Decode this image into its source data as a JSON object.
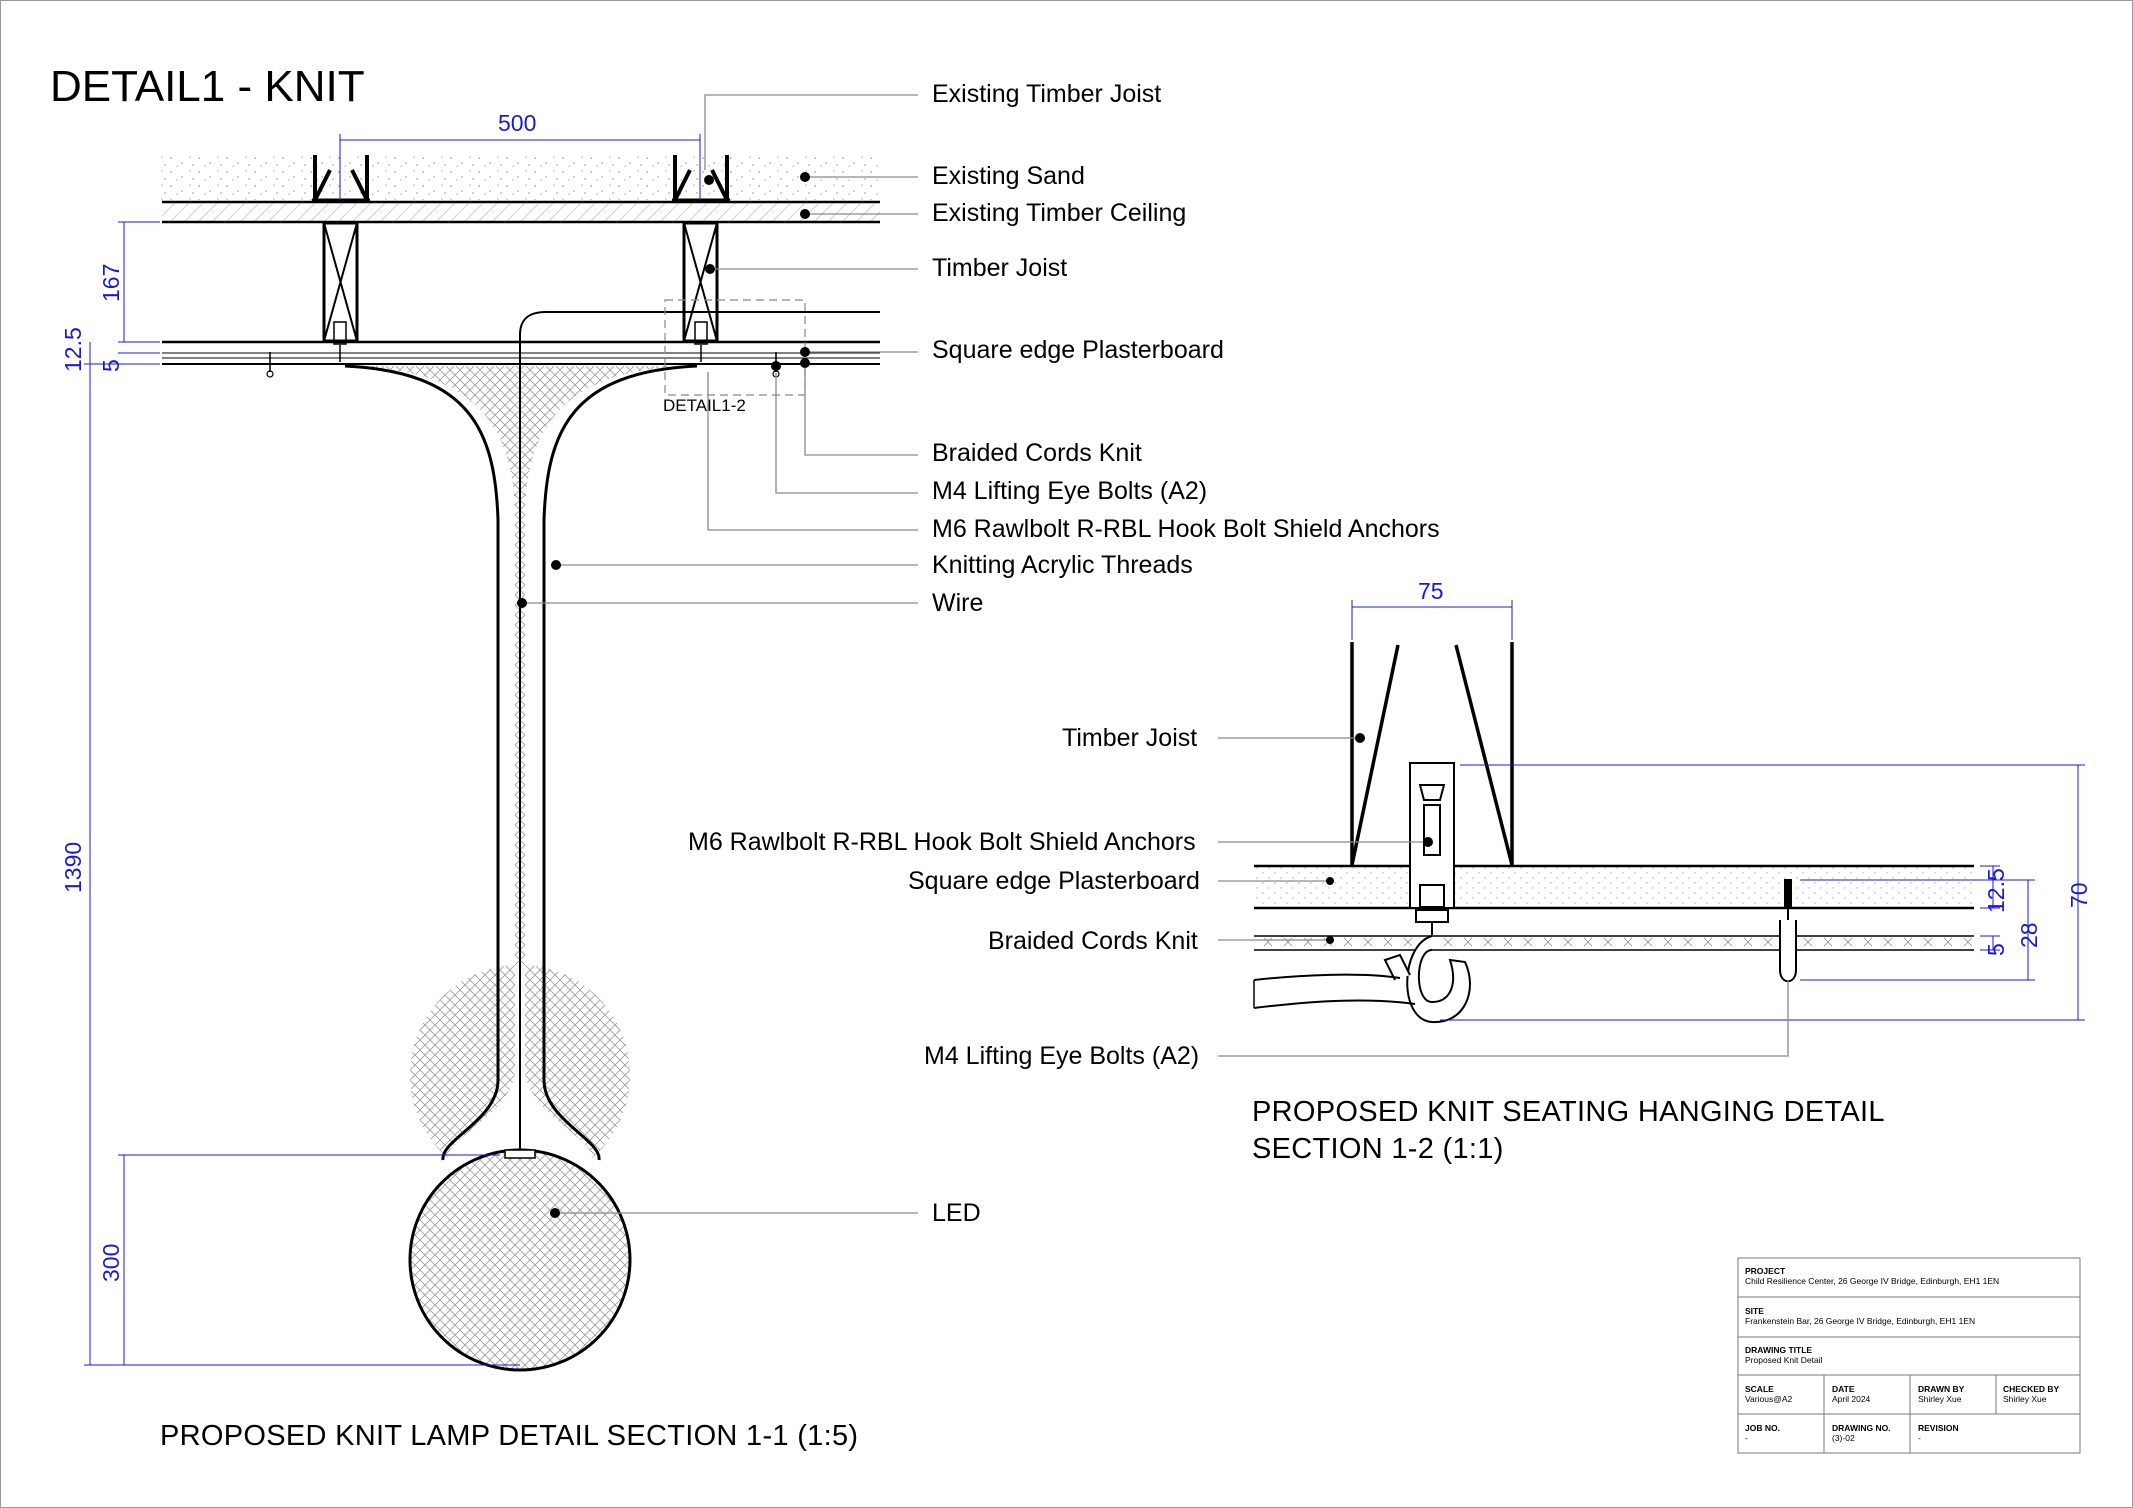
{
  "title": "DETAIL1 - KNIT",
  "section_11": {
    "caption": "PROPOSED KNIT LAMP DETAIL SECTION 1-1 (1:5)",
    "detail_ref": "DETAIL1-2",
    "dims": {
      "d500": "500",
      "d167": "167",
      "d12_5": "12.5",
      "d5": "5",
      "d1390": "1390",
      "d300": "300"
    },
    "labels": {
      "existing_timber_joist": "Existing Timber Joist",
      "existing_sand": "Existing Sand",
      "existing_timber_ceiling": "Existing Timber Ceiling",
      "timber_joist": "Timber Joist",
      "square_edge_plasterboard": "Square edge Plasterboard",
      "braided_cords_knit": "Braided Cords Knit",
      "m4_lifting_eye_bolts": "M4 Lifting Eye Bolts (A2)",
      "m6_rawlbolt": "M6 Rawlbolt R-RBL Hook Bolt Shield Anchors",
      "knitting_acrylic_threads": "Knitting Acrylic Threads",
      "wire": "Wire",
      "led": "LED"
    }
  },
  "section_12": {
    "caption_line1": "PROPOSED KNIT SEATING HANGING DETAIL",
    "caption_line2": "SECTION 1-2 (1:1)",
    "dims": {
      "d75": "75",
      "d12_5": "12.5",
      "d5": "5",
      "d28": "28",
      "d70": "70"
    },
    "labels": {
      "timber_joist": "Timber Joist",
      "m6_rawlbolt": "M6 Rawlbolt R-RBL Hook Bolt Shield Anchors",
      "square_edge_plasterboard": "Square edge Plasterboard",
      "braided_cords_knit": "Braided Cords Knit",
      "m4_lifting_eye_bolts": "M4 Lifting Eye Bolts (A2)"
    }
  },
  "title_block": {
    "project_label": "PROJECT",
    "project_value": "Child Resilience Center, 26 George IV Bridge, Edinburgh, EH1 1EN",
    "site_label": "SITE",
    "site_value": "Frankenstein Bar, 26 George IV Bridge, Edinburgh, EH1 1EN",
    "drawing_title_label": "DRAWING TITLE",
    "drawing_title_value": "Proposed Knit Detail",
    "scale_label": "SCALE",
    "scale_value": "Various@A2",
    "date_label": "DATE",
    "date_value": "April 2024",
    "drawn_by_label": "DRAWN BY",
    "drawn_by_value": "Shirley Xue",
    "checked_by_label": "CHECKED BY",
    "checked_by_value": "Shirley Xue",
    "job_no_label": "JOB NO.",
    "job_no_value": "-",
    "drawing_no_label": "DRAWING NO.",
    "drawing_no_value": "(3)-02",
    "revision_label": "REVISION",
    "revision_value": "-"
  },
  "colors": {
    "line": "#000000",
    "dimension": "#1a1ad6",
    "leader": "#8a8a8a"
  }
}
